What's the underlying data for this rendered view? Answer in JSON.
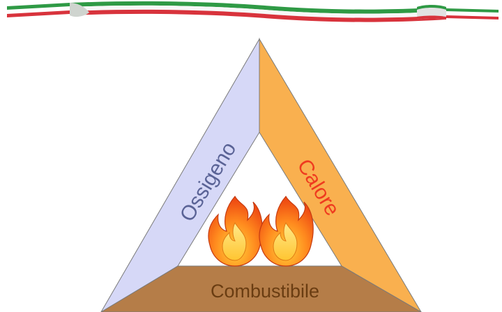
{
  "diagram": {
    "title": "",
    "sides": {
      "left": {
        "label": "Ossigeno",
        "fill": "#d6d8f7",
        "text_color": "#5a6396"
      },
      "right": {
        "label": "Calore",
        "fill": "#f9b04f",
        "text_color": "#ef3b1f"
      },
      "base": {
        "label": "Combustibile",
        "fill": "#b57d48",
        "text_color": "#6a3d12"
      }
    },
    "banner_colors": [
      "#2f9a45",
      "#ffffff",
      "#d8333c"
    ],
    "center_icon": "fire-icon"
  }
}
